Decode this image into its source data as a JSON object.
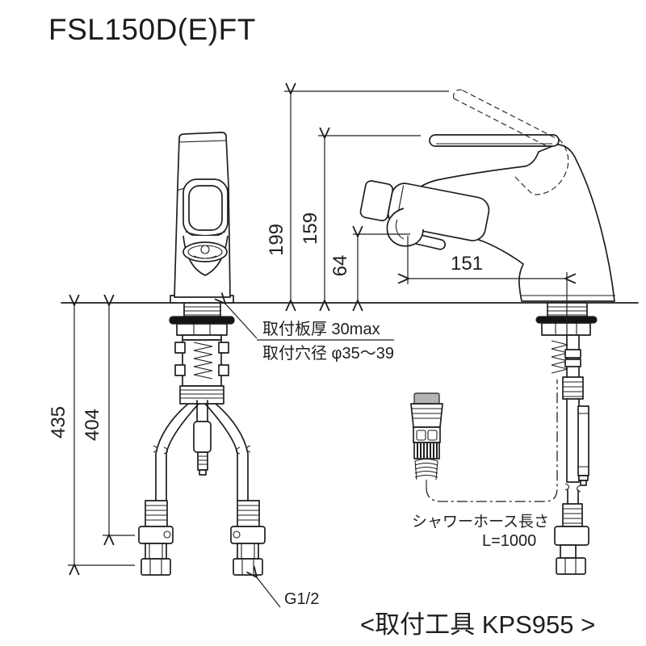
{
  "title": "FSL150D(E)FT",
  "dimensions": {
    "total_height": "199",
    "spout_height": "159",
    "aerator_height": "64",
    "spout_reach": "151",
    "supply_hose_length": "435",
    "supply_hose_to_valve": "404"
  },
  "annotations": {
    "mount_plate_thickness": "取付板厚 30max",
    "mount_hole_diameter": "取付穴径 φ35～39",
    "connection_thread": "G1/2",
    "shower_hose_title": "シャワーホース長さ",
    "shower_hose_length": "L=1000",
    "mounting_tool": "<取付工具 KPS955 >"
  },
  "colors": {
    "line": "#1f1f1f",
    "background": "#ffffff",
    "flange_fill": "#141414",
    "connector_cap": "#b4b4b4"
  }
}
